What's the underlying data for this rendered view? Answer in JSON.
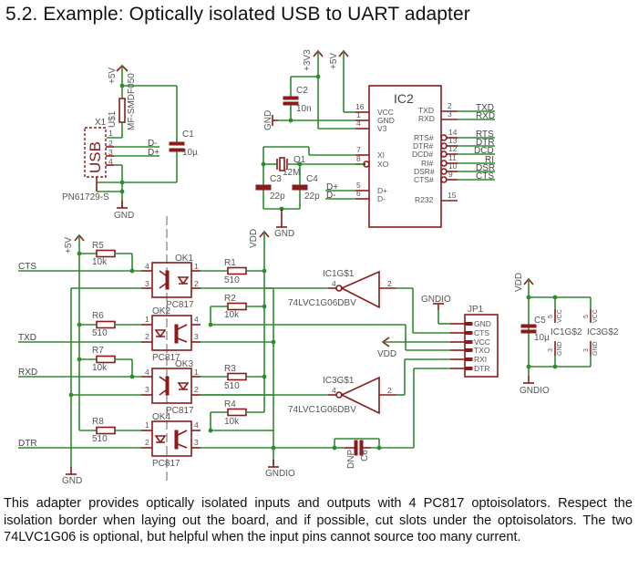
{
  "heading": "5.2. Example: Optically isolated USB to UART adapter",
  "description": "This adapter provides optically isolated inputs and outputs with 4 PC817 optoisolators. Respect the isolation border when laying out the board, and if possible, cut slots under the optoisolators. The two 74LVC1G06 is optional, but helpful when the input pins cannot source too many current.",
  "schematic": {
    "usb": {
      "ref": "X1",
      "body": "USB",
      "part": "PN61729-S",
      "pins": [
        "1",
        "2",
        "3",
        "4"
      ],
      "nets": {
        "dm": "D-",
        "dp": "D+"
      }
    },
    "fuse": {
      "ref": "U$1",
      "value": "MF-SMDF050"
    },
    "c1": {
      "ref": "C1",
      "value": "10µ"
    },
    "c2": {
      "ref": "C2",
      "value": "10n"
    },
    "c3": {
      "ref": "C3",
      "value": "22p"
    },
    "c4": {
      "ref": "C4",
      "value": "22p"
    },
    "q1": {
      "ref": "Q1",
      "value": "12M"
    },
    "ic2": {
      "ref": "IC2",
      "left_pins": [
        {
          "num": "16",
          "name": "VCC"
        },
        {
          "num": "1",
          "name": "GND"
        },
        {
          "num": "4",
          "name": "V3"
        },
        {
          "num": "7",
          "name": "XI"
        },
        {
          "num": "8",
          "name": "XO"
        },
        {
          "num": "5",
          "name": "D+"
        },
        {
          "num": "6",
          "name": "D-"
        }
      ],
      "right_pins": [
        {
          "num": "2",
          "name": "TXD",
          "net": "TXD"
        },
        {
          "num": "3",
          "name": "RXD",
          "net": "RXD"
        },
        {
          "num": "14",
          "name": "RTS#",
          "net": "RTS"
        },
        {
          "num": "13",
          "name": "DTR#",
          "net": "DTR"
        },
        {
          "num": "12",
          "name": "DCD#",
          "net": "DCD"
        },
        {
          "num": "11",
          "name": "RI#",
          "net": "RI"
        },
        {
          "num": "10",
          "name": "DSR#",
          "net": "DSR"
        },
        {
          "num": "9",
          "name": "CTS#",
          "net": "CTS"
        },
        {
          "num": "15",
          "name": "R232",
          "net": ""
        }
      ]
    },
    "power": {
      "p5v": "+5V",
      "p3v3": "+3V3",
      "gnd": "GND",
      "vdd": "VDD",
      "gndio": "GNDIO"
    },
    "signals": {
      "cts": "CTS",
      "txd": "TXD",
      "rxd": "RXD",
      "dtr": "DTR"
    },
    "resistors": [
      {
        "ref": "R5",
        "value": "10k"
      },
      {
        "ref": "R6",
        "value": "510"
      },
      {
        "ref": "R7",
        "value": "10k"
      },
      {
        "ref": "R8",
        "value": "510"
      },
      {
        "ref": "R1",
        "value": "510"
      },
      {
        "ref": "R2",
        "value": "10k"
      },
      {
        "ref": "R3",
        "value": "510"
      },
      {
        "ref": "R4",
        "value": "10k"
      }
    ],
    "optos": [
      {
        "ref": "OK1",
        "part": "PC817"
      },
      {
        "ref": "OK2",
        "part": "PC817"
      },
      {
        "ref": "OK3",
        "part": "PC817"
      },
      {
        "ref": "OK4",
        "part": "PC817"
      }
    ],
    "opto_pins": {
      "p1": "1",
      "p2": "2",
      "p3": "3",
      "p4": "4"
    },
    "inverters": [
      {
        "ref": "IC1G$1",
        "part": "74LVC1G06DBV",
        "in": "4",
        "out": "2"
      },
      {
        "ref": "IC3G$1",
        "part": "74LVC1G06DBV",
        "in": "4",
        "out": "2"
      }
    ],
    "c6": {
      "ref": "C6",
      "value": "DNP"
    },
    "jp1": {
      "ref": "JP1",
      "pins": [
        "GND",
        "CTS",
        "VCC",
        "TXO",
        "RXI",
        "DTR"
      ]
    },
    "c5": {
      "ref": "C5",
      "value": "10µ"
    },
    "supply_parts": [
      {
        "ref": "IC1G$2",
        "vcc": "VCC",
        "gnd": "GND",
        "vcc_pin": "5",
        "gnd_pin": "3"
      },
      {
        "ref": "IC3G$2",
        "vcc": "VCC",
        "gnd": "GND",
        "vcc_pin": "5",
        "gnd_pin": "3"
      }
    ]
  }
}
